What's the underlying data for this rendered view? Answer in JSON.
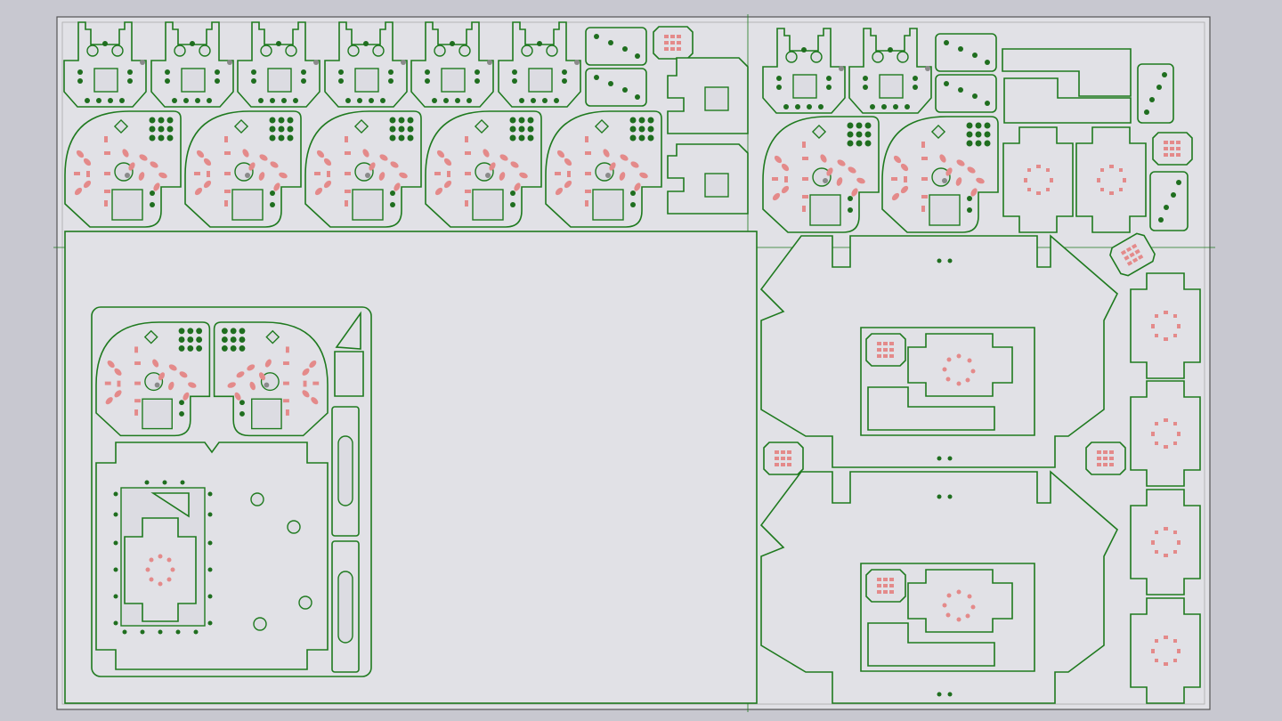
{
  "app": {
    "view": "nesting-sheet-preview"
  },
  "colors": {
    "background": "#c8c8d0",
    "sheet": "#e1e1e6",
    "sheet_border": "#555555",
    "cut_path": "#1f7a1f",
    "drill_hole": "#1f6e1f",
    "engrave_mark": "#e48a8a",
    "lead_in_point": "#8a8a8a"
  },
  "icons": [
    "direction-arrow-icon",
    "lead-in-point-icon"
  ],
  "parts_count": {
    "tab_plate": 8,
    "round_plate": 7,
    "cross_plate": 6,
    "base_plate": 2,
    "remnant_panel": 1
  }
}
